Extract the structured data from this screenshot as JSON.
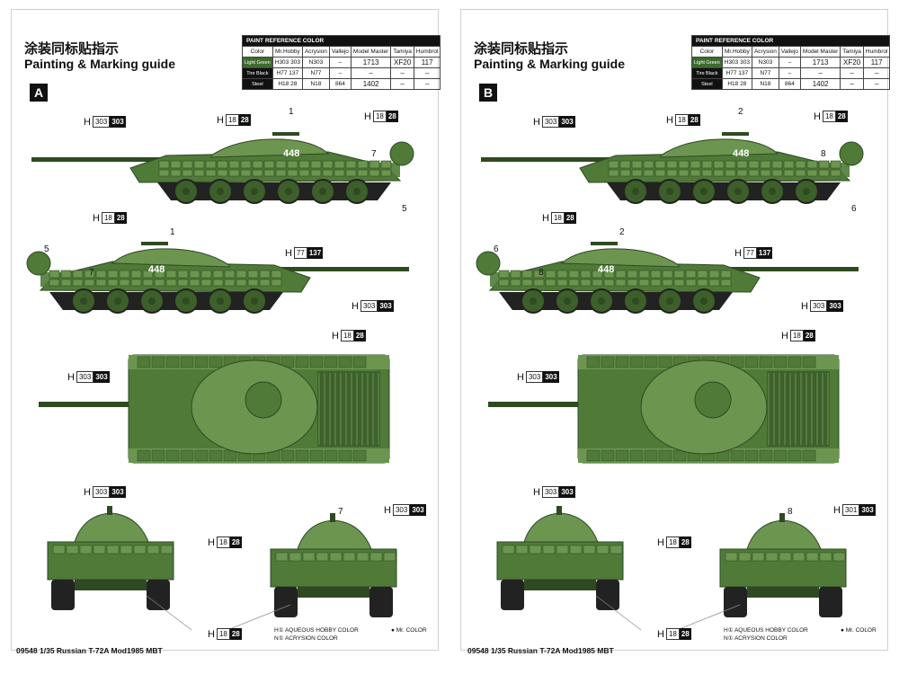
{
  "guide": {
    "title_cn": "涂装同标贴指示",
    "title_en": "Painting & Marking guide",
    "footer": "09548 1/35 Russian T-72A Mod1985 MBT",
    "legend_h": "H① AQUEOUS HOBBY COLOR",
    "legend_n": "N① ACRYSION COLOR",
    "legend_mr": "● Mr. COLOR"
  },
  "paint_table": {
    "caption": "PAINT  REFERENCE COLOR",
    "headers": [
      "Color",
      "Mr.Hobby",
      "Acrysion",
      "Vallejo",
      "Model Master",
      "Tamiya",
      "Humbrol"
    ],
    "rows": [
      {
        "name": "Light Green",
        "hobby": "H303 303",
        "acrysion": "N303",
        "vallejo": "–",
        "modelmaster": "1713",
        "tamiya": "XF20",
        "humbrol": "117"
      },
      {
        "name": "Tire Black",
        "hobby": "H77 137",
        "acrysion": "N77",
        "vallejo": "–",
        "modelmaster": "–",
        "tamiya": "–",
        "humbrol": "–"
      },
      {
        "name": "Steel",
        "hobby": "H18 28",
        "acrysion": "N18",
        "vallejo": "864",
        "modelmaster": "1402",
        "tamiya": "–",
        "humbrol": "–"
      }
    ]
  },
  "sheets": [
    {
      "label": "A",
      "callouts": {
        "c1": {
          "h": "303",
          "b": "303"
        },
        "c2": {
          "h": "18",
          "b": "28"
        },
        "c3": {
          "h": "18",
          "b": "28"
        },
        "c4": {
          "h": "18",
          "b": "28"
        },
        "c5": {
          "h": "77",
          "b": "137"
        },
        "c6": {
          "h": "303",
          "b": "303"
        },
        "c7": {
          "h": "18",
          "b": "28"
        },
        "c8": {
          "h": "303",
          "b": "303"
        },
        "c9": {
          "h": "303",
          "b": "303"
        },
        "c10": {
          "h": "18",
          "b": "28"
        },
        "c11": {
          "h": "303",
          "b": "303"
        },
        "c12": {
          "h": "18",
          "b": "28"
        },
        "c13": {
          "h": "18",
          "b": "28"
        }
      },
      "numbers": {
        "n1": "1",
        "n7": "7",
        "n5": "5",
        "n1b": "1",
        "n5b": "5",
        "n7b": "7",
        "n7c": "7"
      },
      "turret_number": "448"
    },
    {
      "label": "B",
      "callouts": {
        "c1": {
          "h": "303",
          "b": "303"
        },
        "c2": {
          "h": "18",
          "b": "28"
        },
        "c3": {
          "h": "18",
          "b": "28"
        },
        "c4": {
          "h": "18",
          "b": "28"
        },
        "c5": {
          "h": "77",
          "b": "137"
        },
        "c6": {
          "h": "303",
          "b": "303"
        },
        "c7": {
          "h": "18",
          "b": "28"
        },
        "c8": {
          "h": "303",
          "b": "303"
        },
        "c9": {
          "h": "303",
          "b": "303"
        },
        "c10": {
          "h": "18",
          "b": "28"
        },
        "c11": {
          "h": "301",
          "b": "303"
        },
        "c12": {
          "h": "18",
          "b": "28"
        },
        "c13": {
          "h": "18",
          "b": "28"
        }
      },
      "numbers": {
        "n1": "2",
        "n7": "8",
        "n5": "6",
        "n1b": "2",
        "n5b": "6",
        "n7b": "8",
        "n7c": "8"
      },
      "turret_number": "448"
    }
  ],
  "colors": {
    "tank_green": "#4f7a38",
    "tank_dark": "#2f4a22",
    "tank_light": "#6c9550",
    "wheel": "#3d5f2a",
    "tire": "#222222"
  }
}
